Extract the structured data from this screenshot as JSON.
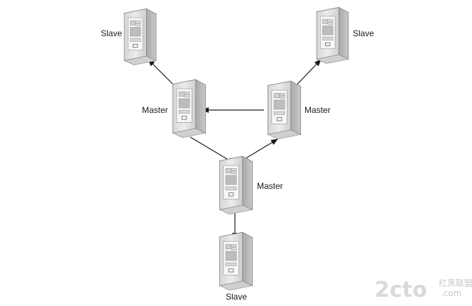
{
  "nodes": [
    {
      "id": "slave-top-left",
      "label": "Slave"
    },
    {
      "id": "slave-top-right",
      "label": "Slave"
    },
    {
      "id": "master-left",
      "label": "Master"
    },
    {
      "id": "master-right",
      "label": "Master"
    },
    {
      "id": "master-center",
      "label": "Master"
    },
    {
      "id": "slave-bottom",
      "label": "Slave"
    }
  ],
  "edges": [
    {
      "from": "master-left",
      "to": "slave-top-left"
    },
    {
      "from": "master-right",
      "to": "slave-top-right"
    },
    {
      "from": "master-right",
      "to": "master-left"
    },
    {
      "from": "master-left",
      "to": "master-center"
    },
    {
      "from": "master-center",
      "to": "master-right"
    },
    {
      "from": "master-center",
      "to": "slave-bottom"
    }
  ],
  "watermark": {
    "brand": "2cto",
    "tld": ".com",
    "cn": "红黑联盟"
  },
  "colors": {
    "arrow": "#1a1a1a",
    "server_front": "#e4e4e4",
    "server_side": "#b8b8b8",
    "server_top": "#f2f2f2"
  }
}
